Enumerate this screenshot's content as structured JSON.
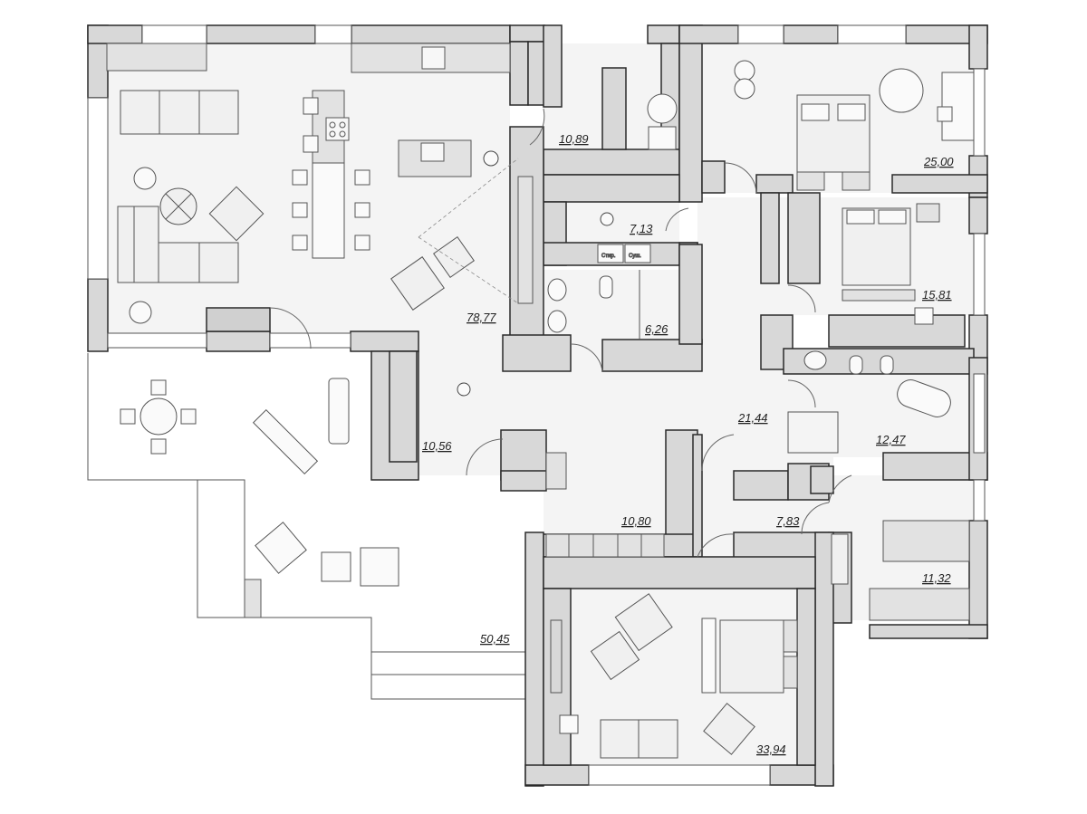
{
  "colors": {
    "floor": "#f4f4f4",
    "terrace": "#ffffff",
    "wall": "#d8d8d8",
    "wall_core": "#2a2a2a",
    "furniture": "#e2e2e2",
    "line": "#555555"
  },
  "rooms": [
    {
      "id": "living-kitchen",
      "area": "78,77"
    },
    {
      "id": "storage-top",
      "area": "10,89"
    },
    {
      "id": "laundry",
      "area": "7,13"
    },
    {
      "id": "bathroom-small",
      "area": "6,26"
    },
    {
      "id": "bedroom-1",
      "area": "25,00"
    },
    {
      "id": "bedroom-2",
      "area": "15,81"
    },
    {
      "id": "hall",
      "area": "21,44"
    },
    {
      "id": "bathroom-master",
      "area": "12,47"
    },
    {
      "id": "entry",
      "area": "10,56"
    },
    {
      "id": "wardrobe",
      "area": "10,80"
    },
    {
      "id": "corridor",
      "area": "7,83"
    },
    {
      "id": "bedroom-3",
      "area": "11,32"
    },
    {
      "id": "terrace",
      "area": "50,45"
    },
    {
      "id": "bedroom-master",
      "area": "33,94"
    }
  ],
  "appliances": {
    "washer": "Стир.",
    "dryer": "Суш."
  },
  "icons": [
    "plant-icon",
    "person-icon",
    "bed-icon",
    "sofa-icon",
    "armchair-icon",
    "dining-table-icon",
    "bathtub-icon",
    "toilet-icon",
    "sink-icon",
    "stove-icon"
  ]
}
